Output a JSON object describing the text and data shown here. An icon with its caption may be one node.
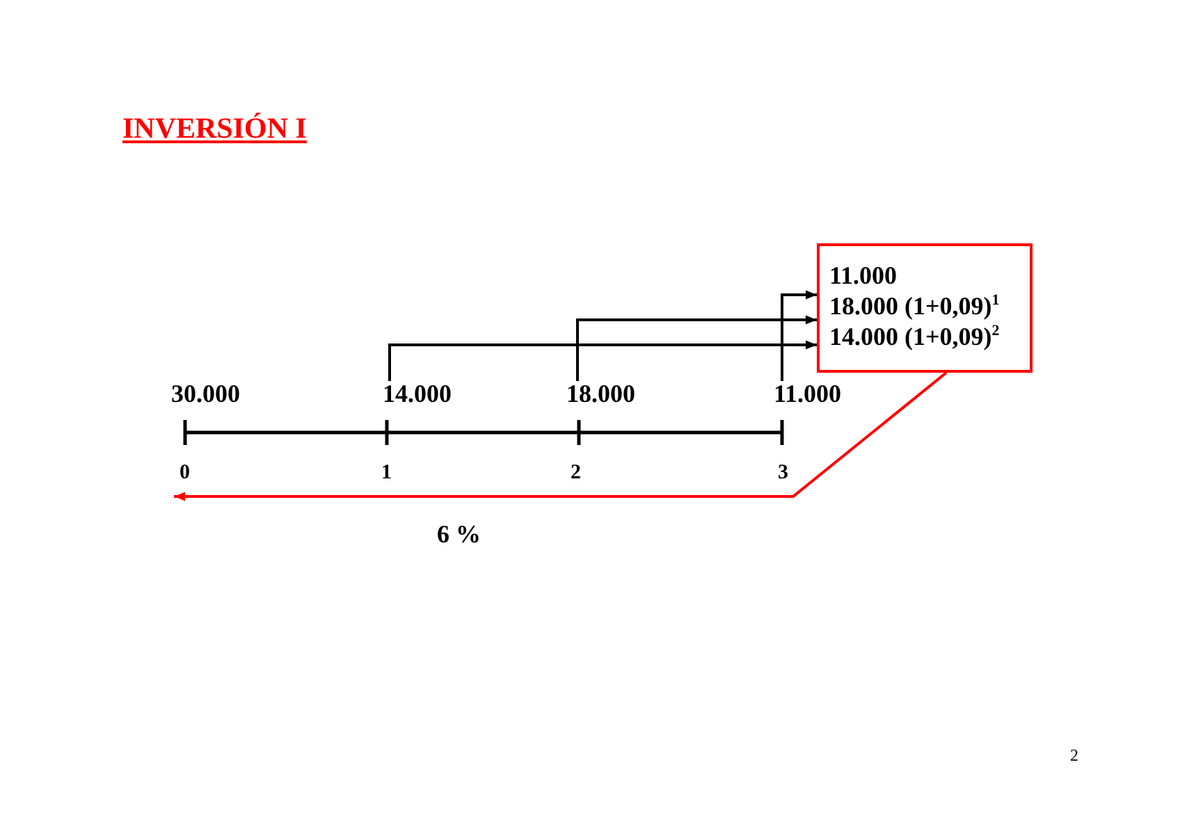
{
  "diagram": {
    "title": "INVERSIÓN I",
    "nodes": [
      {
        "text": [
          "11.000",
          "18.000 (1+0,09)$^{1}$",
          "14.000 (1+0,09)$^{2}$"
        ]
      },
      {
        "text": [
          "14.000"
        ]
      },
      {
        "text": [
          "18.000"
        ]
      },
      {
        "text": [
          "11.000"
        ]
      },
      {
        "text": [
          "0"
        ]
      }
    ],
    "edges": [
      {
        "from": 1,
        "to": 0,
        "arrow": "to"
      },
      {
        "from": 2,
        "to": 0,
        "arrow": "to"
      },
      {
        "from": 3,
        "to": 0,
        "arrow": "to"
      },
      {
        "from": 0,
        "to": 4,
        "arrow": "to",
        "label": "6 %",
        "color": "#ff0000"
      }
    ],
    "labels": [
      "30.000",
      "1",
      "2",
      "3",
      "2"
    ]
  }
}
